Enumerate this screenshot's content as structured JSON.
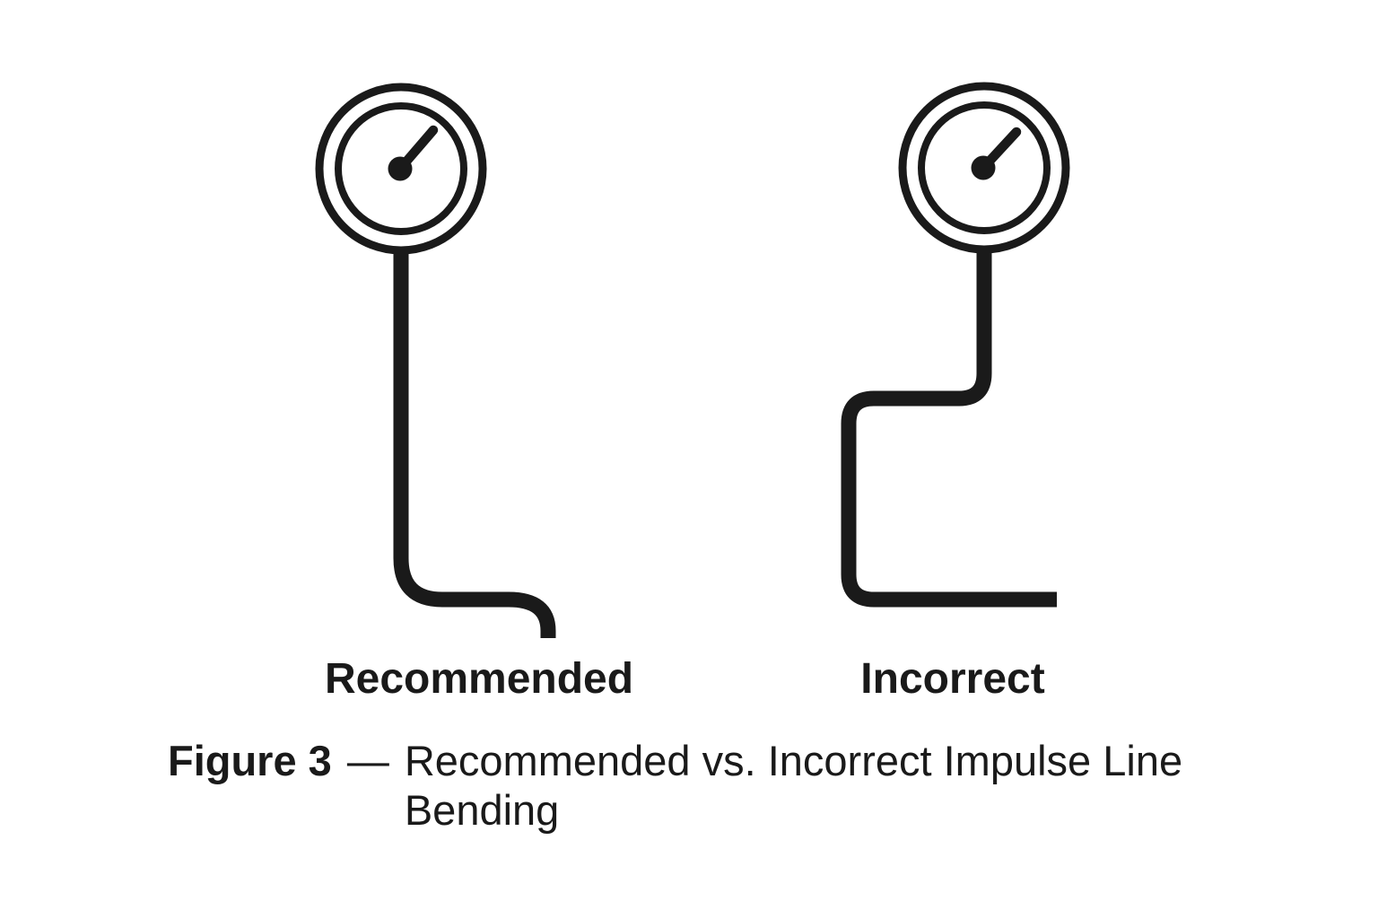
{
  "theme": {
    "ink": "#1a1a1a",
    "background": "#ffffff"
  },
  "icons": {
    "gauge": "pressure-gauge"
  },
  "figure": {
    "panels": [
      {
        "id": "recommended",
        "label": "Recommended"
      },
      {
        "id": "incorrect",
        "label": "Incorrect"
      }
    ],
    "caption": {
      "label": "Figure 3",
      "separator": "—",
      "text": "Recommended vs. Incorrect Impulse Line Bending"
    }
  }
}
